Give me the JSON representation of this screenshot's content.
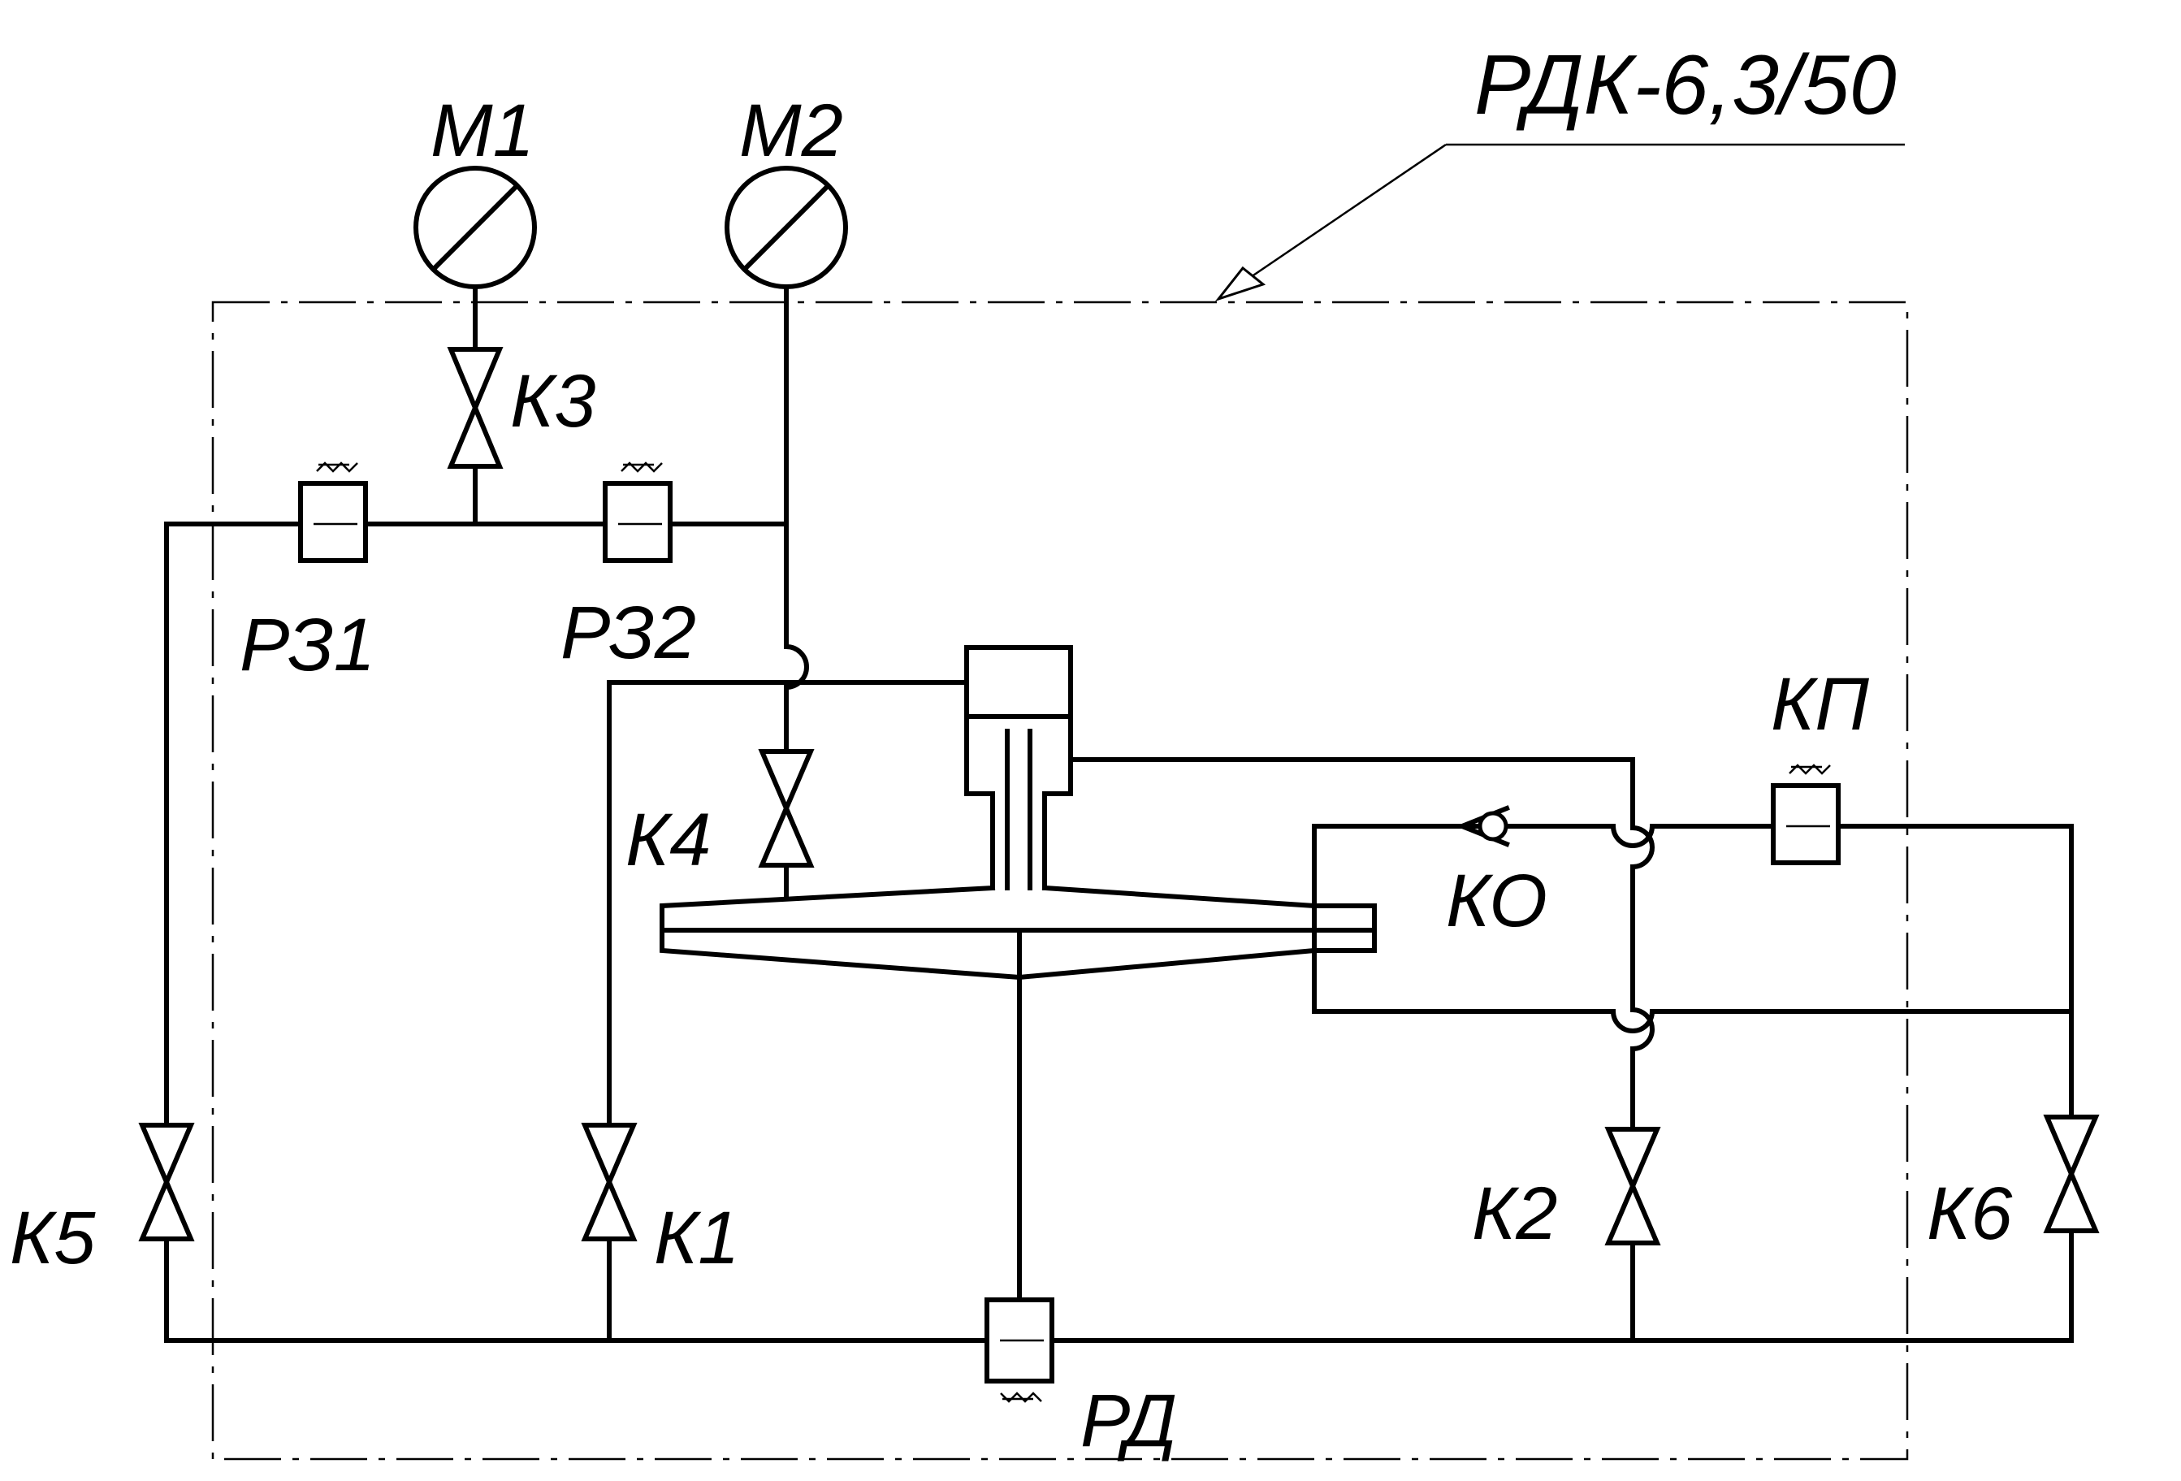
{
  "title": "РДК-6,3/50",
  "gauges": {
    "m1": "М1",
    "m2": "М2"
  },
  "valves": {
    "k1": "К1",
    "k2": "К2",
    "k3": "К3",
    "k4": "К4",
    "k5": "К5",
    "k6": "К6"
  },
  "regulators": {
    "rz1": "РЗ1",
    "rz2": "РЗ2",
    "rd": "РД"
  },
  "check_valve": "КО",
  "safety_valve": "КП"
}
